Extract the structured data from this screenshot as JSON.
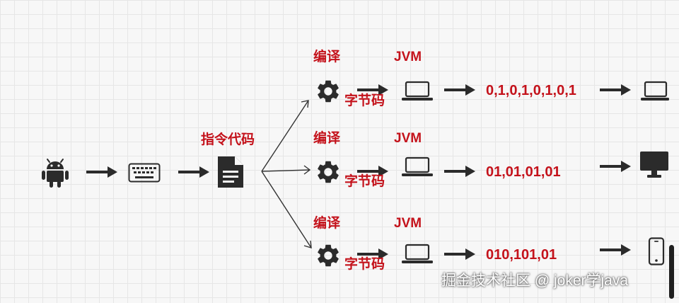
{
  "labels": {
    "compile": "编译",
    "jvm": "JVM",
    "bytecode": "字节码",
    "instruction_code": "指令代码"
  },
  "outputs": [
    "0,1,0,1,0,1,0,1",
    "01,01,01,01",
    "010,101,01"
  ],
  "watermark": "掘金技术社区 @ joker学java",
  "icons": {
    "source": "android-icon",
    "input": "keyboard-icon",
    "code": "document-icon",
    "compiler": "gear-icon",
    "vm": "laptop-icon",
    "targets": [
      "laptop-icon",
      "desktop-monitor-icon",
      "mobile-phone-icon"
    ]
  },
  "colors": {
    "label": "#c4121b",
    "icon": "#2b2b2b",
    "grid": "#e6e6e6"
  }
}
